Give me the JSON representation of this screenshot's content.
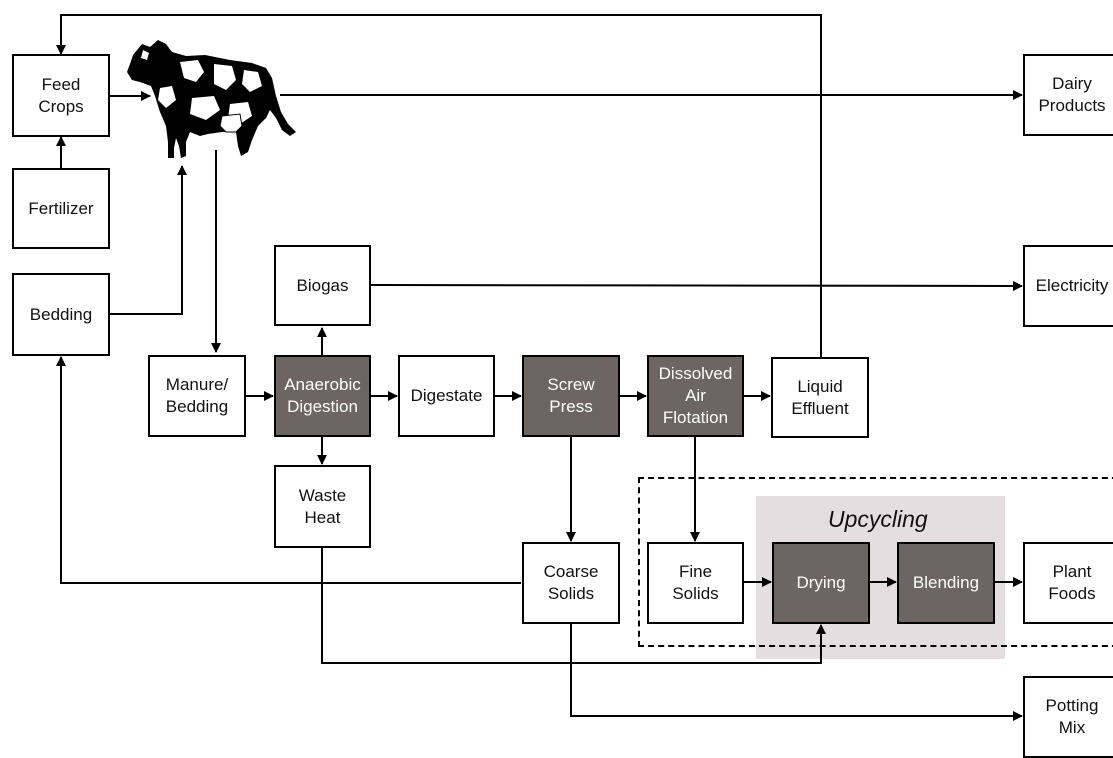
{
  "nodes": {
    "feed_crops": "Feed\nCrops",
    "fertilizer": "Fertilizer",
    "bedding": "Bedding",
    "biogas": "Biogas",
    "manure_bedding": "Manure/\nBedding",
    "anaerobic_digestion": "Anaerobic\nDigestion",
    "digestate": "Digestate",
    "screw_press": "Screw\nPress",
    "dissolved_air_flotation": "Dissolved\nAir\nFlotation",
    "liquid_effluent": "Liquid\nEffluent",
    "waste_heat": "Waste\nHeat",
    "coarse_solids": "Coarse\nSolids",
    "fine_solids": "Fine\nSolids",
    "drying": "Drying",
    "blending": "Blending",
    "plant_foods": "Plant\nFoods",
    "dairy_products": "Dairy\nProducts",
    "electricity": "Electricity",
    "potting_mix": "Potting\nMix"
  },
  "regions": {
    "upcycling_title": "Upcycling"
  },
  "icons": {
    "cow": "cow-icon"
  },
  "colors": {
    "process_fill": "#6d6464",
    "upcycling_fill": "#e3dfe0",
    "line": "#000000"
  }
}
